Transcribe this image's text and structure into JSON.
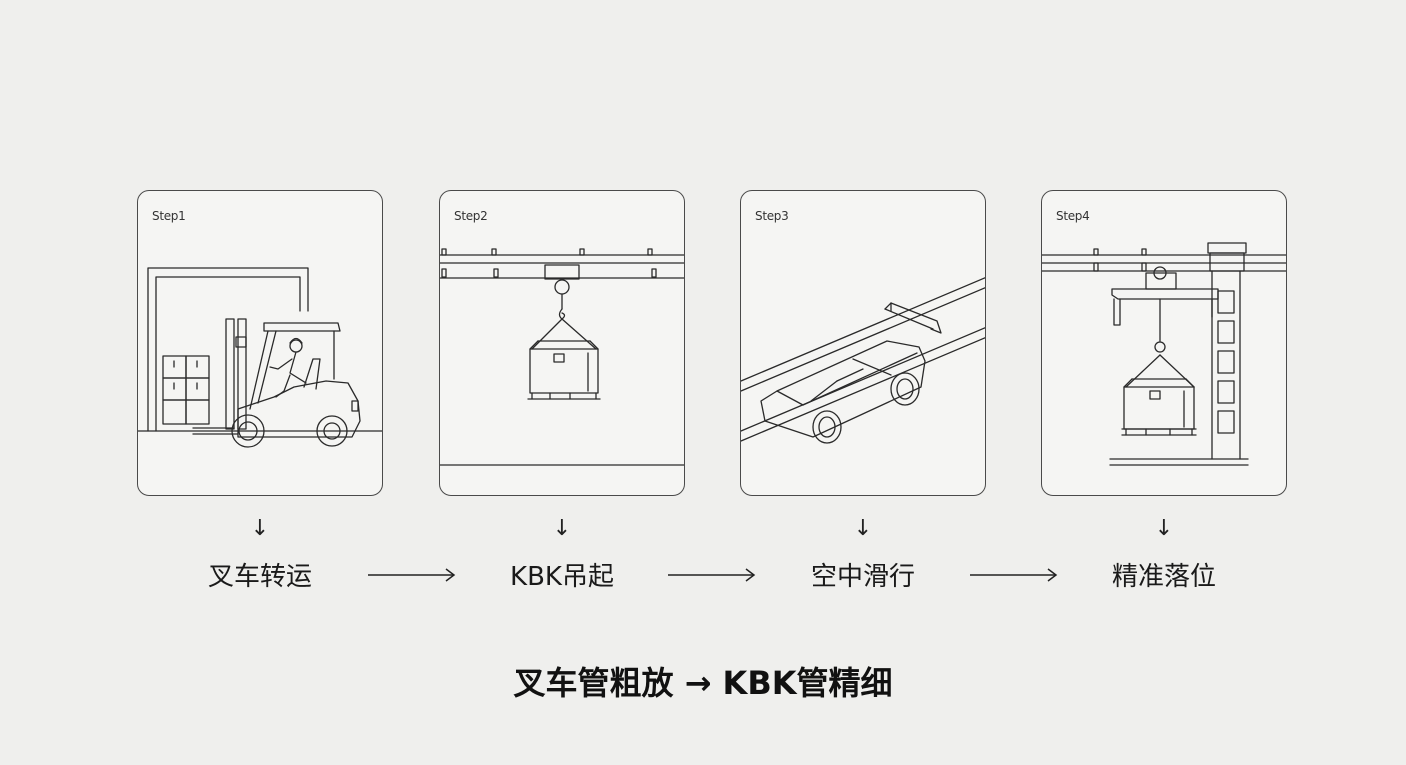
{
  "steps": [
    {
      "label": "Step1",
      "title": "叉车转运",
      "icon": "forklift-icon"
    },
    {
      "label": "Step2",
      "title": "KBK吊起",
      "icon": "crane-hoist-icon"
    },
    {
      "label": "Step3",
      "title": "空中滑行",
      "icon": "rail-trolley-icon"
    },
    {
      "label": "Step4",
      "title": "精准落位",
      "icon": "lowering-load-icon"
    }
  ],
  "down_arrow": "↓",
  "summary": "叉车管粗放 → KBK管精细"
}
